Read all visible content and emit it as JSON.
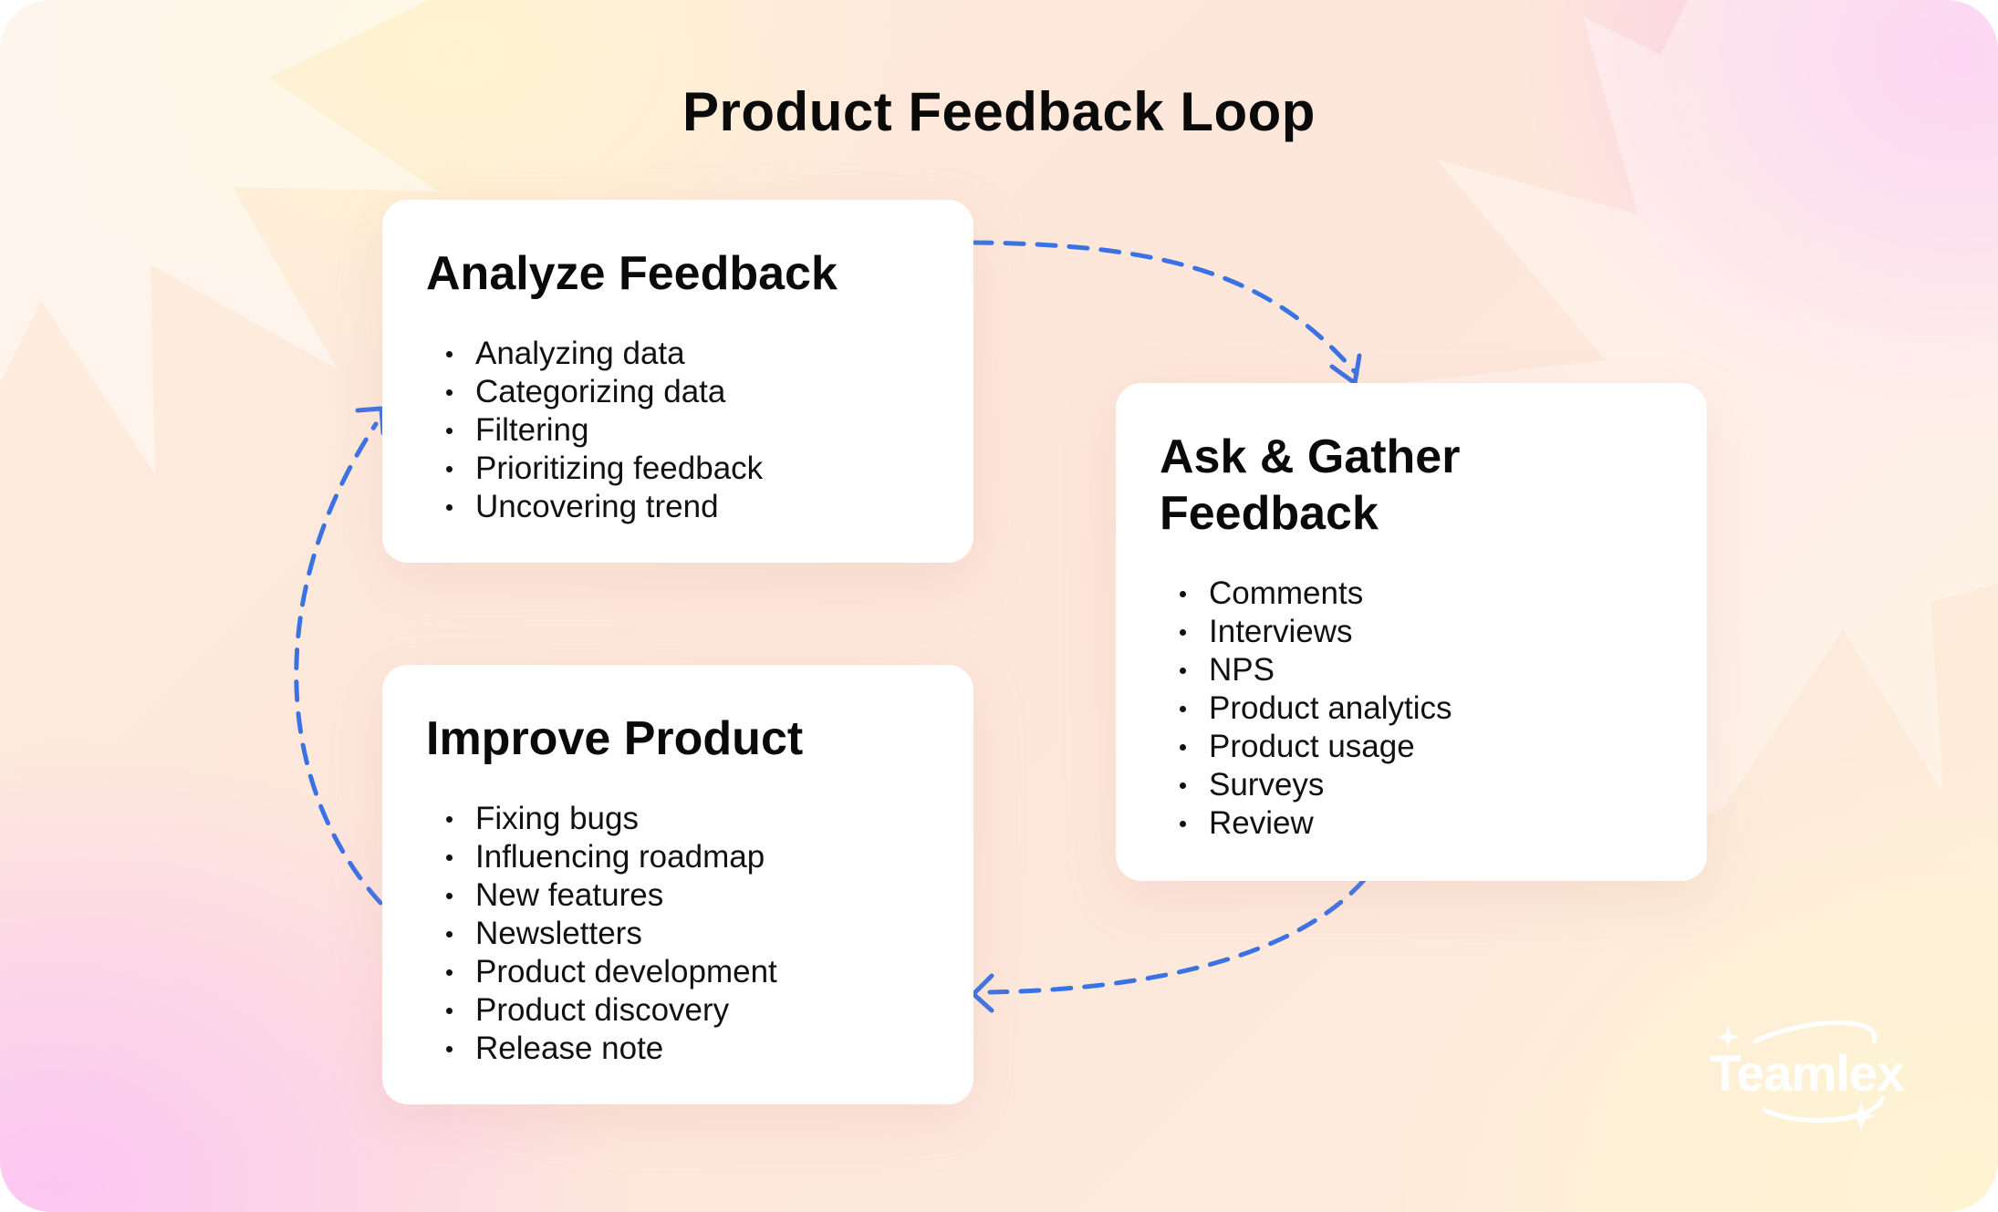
{
  "title": "Product Feedback Loop",
  "colors": {
    "arrow": "#3b72e3",
    "card": "#ffffff",
    "text": "#0a0a0a"
  },
  "cards": {
    "analyze": {
      "title": "Analyze Feedback",
      "items": [
        "Analyzing data",
        "Categorizing data",
        "Filtering",
        "Prioritizing feedback",
        "Uncovering trend"
      ]
    },
    "ask": {
      "title_line1": "Ask & Gather",
      "title_line2": "Feedback",
      "items": [
        "Comments",
        "Interviews",
        "NPS",
        "Product analytics",
        "Product usage",
        "Surveys",
        "Review"
      ]
    },
    "improve": {
      "title": "Improve Product",
      "items": [
        "Fixing bugs",
        "Influencing roadmap",
        "New features",
        "Newsletters",
        "Product development",
        "Product discovery",
        "Release note"
      ]
    }
  },
  "logo": {
    "text": "Teamlex"
  }
}
